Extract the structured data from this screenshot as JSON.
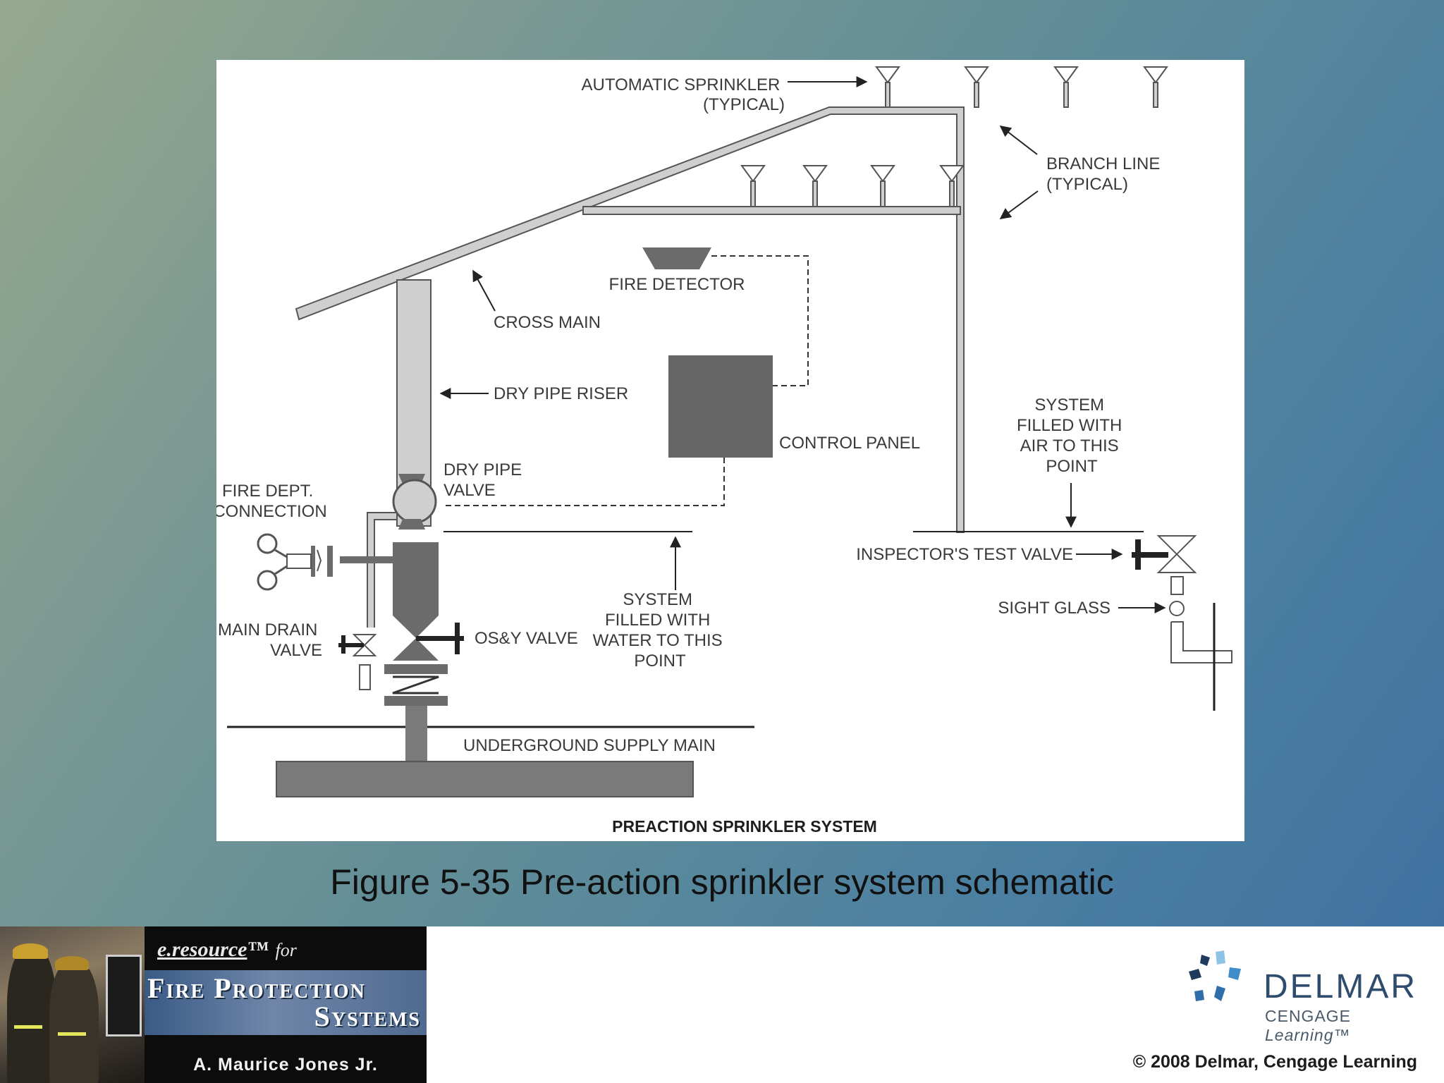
{
  "diagram": {
    "title": "PREACTION SPRINKLER SYSTEM",
    "labels": {
      "automatic_sprinkler": [
        "AUTOMATIC SPRINKLER",
        "(TYPICAL)"
      ],
      "branch_line": [
        "BRANCH LINE",
        "(TYPICAL)"
      ],
      "fire_detector": "FIRE DETECTOR",
      "cross_main": "CROSS MAIN",
      "dry_pipe_riser": "DRY PIPE RISER",
      "control_panel": "CONTROL PANEL",
      "system_air": [
        "SYSTEM",
        "FILLED WITH",
        "AIR TO THIS",
        "POINT"
      ],
      "dry_pipe_valve": [
        "DRY PIPE",
        "VALVE"
      ],
      "fire_dept_connection": [
        "FIRE DEPT.",
        "CONNECTION"
      ],
      "inspectors_test_valve": "INSPECTOR'S TEST VALVE",
      "sight_glass": "SIGHT GLASS",
      "main_drain_valve": [
        "MAIN DRAIN",
        "VALVE"
      ],
      "osy_valve": "OS&Y VALVE",
      "system_water": [
        "SYSTEM",
        "FILLED WITH",
        "WATER TO THIS",
        "POINT"
      ],
      "underground_supply_main": "UNDERGROUND SUPPLY MAIN"
    }
  },
  "caption": "Figure 5-35 Pre-action sprinkler system schematic",
  "footer": {
    "eresource_brand": "e.resource",
    "eresource_tm": "™",
    "eresource_for": "for",
    "series_title_line1": "Fire Protection",
    "series_title_line2": "Systems",
    "author": "A. Maurice Jones Jr.",
    "publisher_name": "DELMAR",
    "publisher_sub_cengage": "CENGAGE",
    "publisher_sub_learning": "Learning",
    "publisher_sub_tm": "™",
    "copyright": "© 2008 Delmar, Cengage Learning"
  },
  "colors": {
    "pipe_fill": "#cfcfcf",
    "pipe_stroke": "#555555",
    "component_fill": "#6b6b6b",
    "control_panel_fill": "#666666",
    "ground_fill": "#7a7a7a",
    "logo_blue": "#2f4c6e",
    "logo_light_blue": "#8ec3e6"
  },
  "icons": {
    "logo_mark": "delmar-pinwheel-icon"
  }
}
